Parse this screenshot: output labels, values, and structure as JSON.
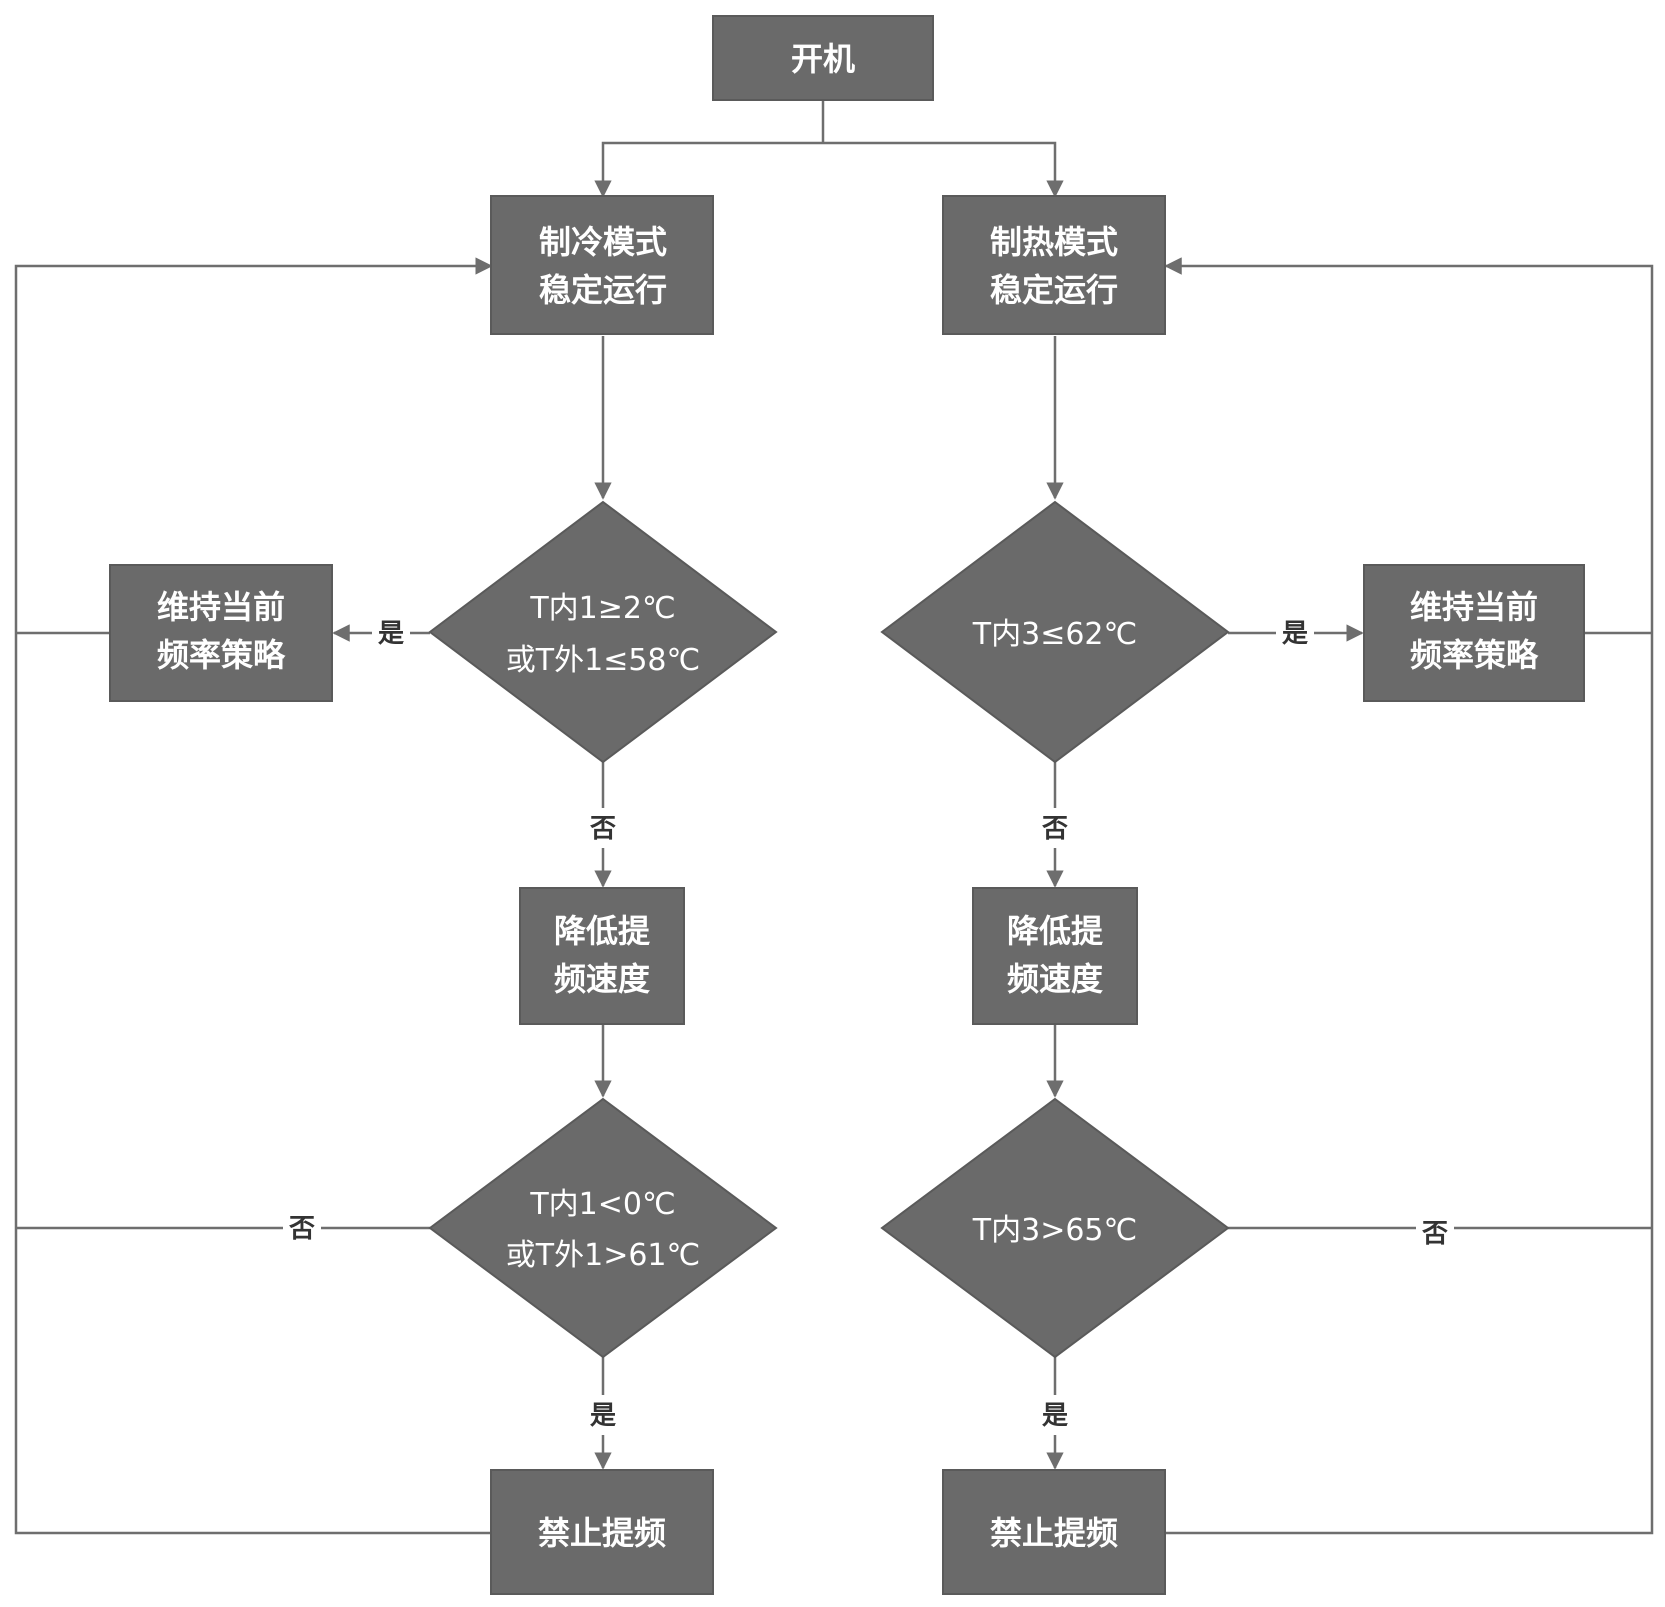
{
  "nodes": {
    "start": "开机",
    "cool_mode": [
      "制冷模式",
      "稳定运行"
    ],
    "heat_mode": [
      "制热模式",
      "稳定运行"
    ],
    "cool_cond1": [
      "T内1≥2℃",
      "或T外1≤58℃"
    ],
    "heat_cond1": [
      "T内3≤62℃"
    ],
    "cool_maintain": [
      "维持当前",
      "频率策略"
    ],
    "heat_maintain": [
      "维持当前",
      "频率策略"
    ],
    "cool_reduce": [
      "降低提",
      "频速度"
    ],
    "heat_reduce": [
      "降低提",
      "频速度"
    ],
    "cool_cond2": [
      "T内1<0℃",
      "或T外1>61℃"
    ],
    "heat_cond2": [
      "T内3>65℃"
    ],
    "cool_forbid": "禁止提频",
    "heat_forbid": "禁止提频"
  },
  "edge_labels": {
    "yes": "是",
    "no": "否"
  },
  "colors": {
    "node_fill": "#6a6a6a",
    "line": "#6e6e6e",
    "text": "#ffffff"
  }
}
